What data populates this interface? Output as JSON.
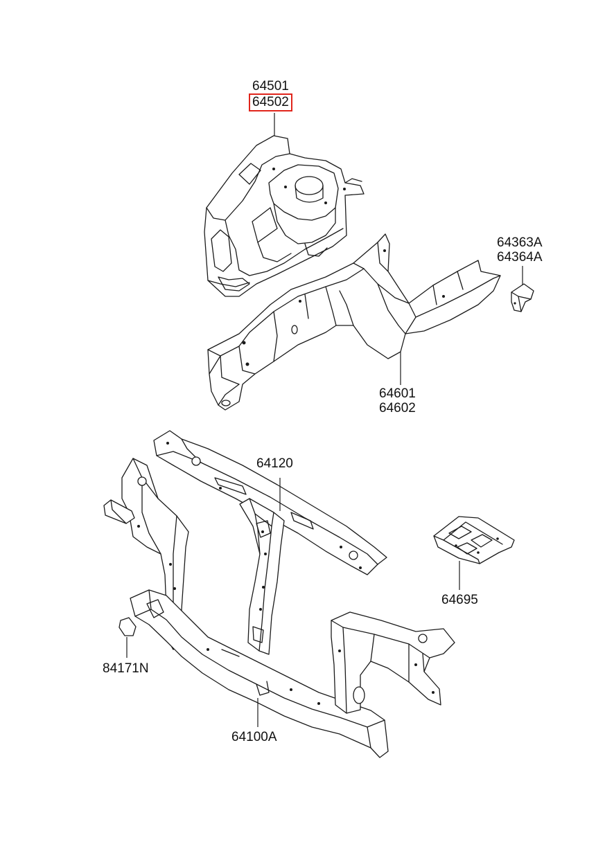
{
  "labels": {
    "apron_lh": "64501",
    "apron_rh": "64502",
    "bracket_lh": "64363A",
    "bracket_rh": "64364A",
    "member_lh": "64601",
    "member_rh": "64602",
    "upper_rail": "64120",
    "plate": "64695",
    "plug": "84171N",
    "carrier": "64100A"
  },
  "highlighted_part": "64502",
  "colors": {
    "highlight": "#e0241b",
    "line": "#1a1a1a"
  }
}
